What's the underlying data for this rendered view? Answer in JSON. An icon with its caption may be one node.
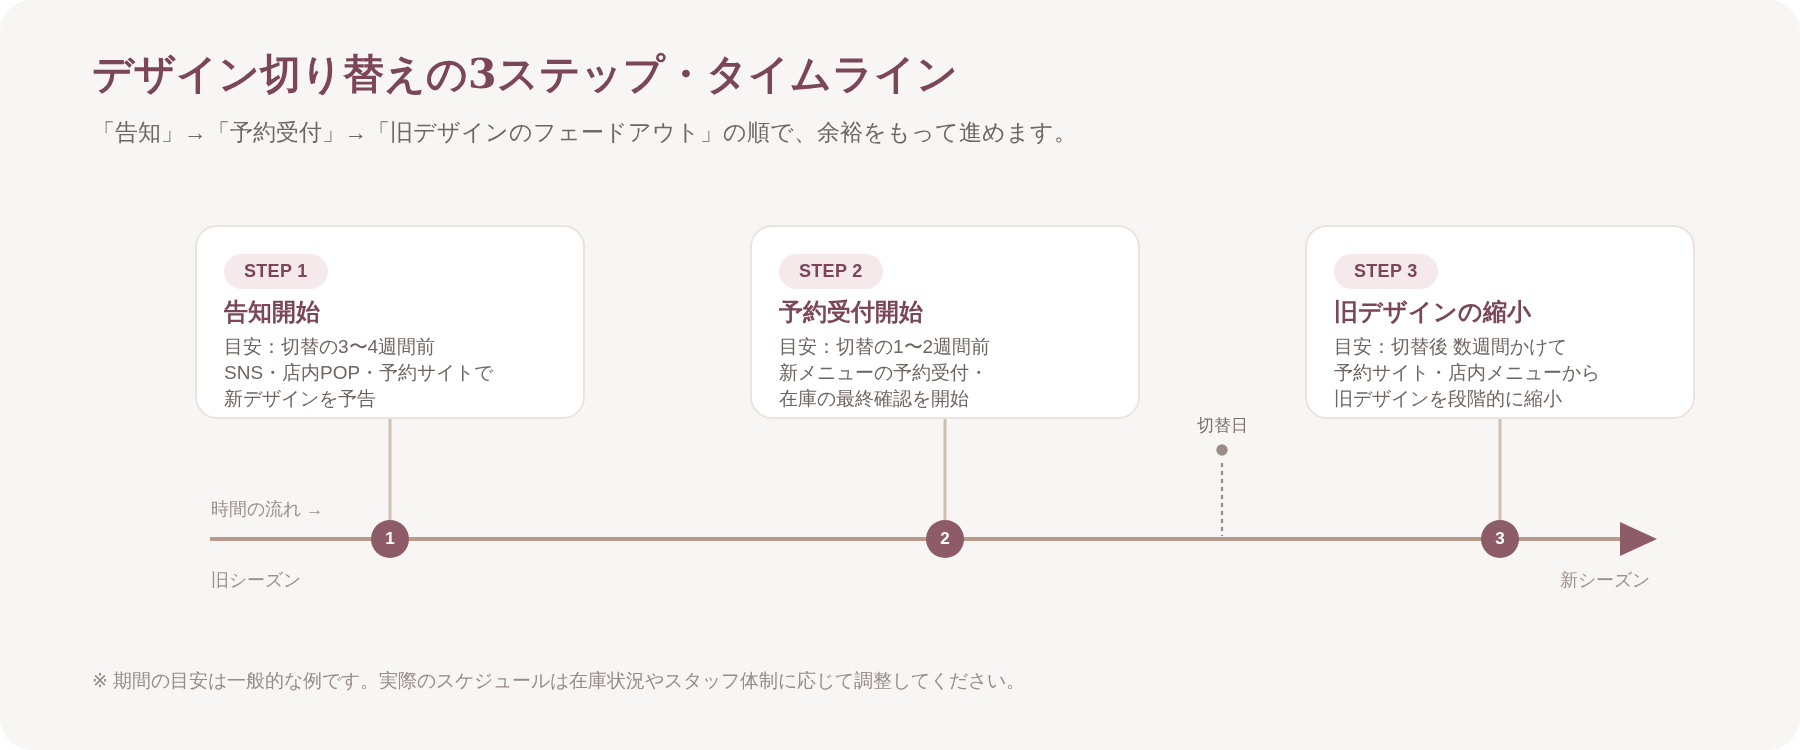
{
  "diagram": {
    "title": "デザイン切り替えの3ステップ・タイムライン",
    "nodes": [
      {
        "text": [
          "告知開始",
          "目安：切替の3〜4週間前",
          "SNS・店内POP・予約サイトで新デザインを予告"
        ]
      },
      {
        "text": [
          "STEP 1"
        ],
        "in": 0
      },
      {
        "text": [
          "予約受付開始",
          "目安：切替の1〜2週間前",
          "新メニューの予約受付・在庫の最終確認を開始"
        ]
      },
      {
        "text": [
          "STEP 2"
        ],
        "in": 2
      },
      {
        "text": [
          "旧デザインの縮小",
          "目安：切替後 数週間かけて",
          "予約サイト・店内メニューから旧デザインを段階的に縮小"
        ]
      },
      {
        "text": [
          "STEP 3"
        ],
        "in": 4
      },
      {
        "text": [
          "1"
        ]
      },
      {
        "text": [
          "2"
        ]
      },
      {
        "text": [
          "3"
        ]
      },
      {
        "text": [
          "切替日"
        ]
      }
    ],
    "edges": [
      {
        "from": 0,
        "to": 6,
        "arrow": "none"
      },
      {
        "from": 2,
        "to": 7,
        "arrow": "none"
      },
      {
        "from": 4,
        "to": 8,
        "arrow": "none"
      },
      {
        "from": 9,
        "to": null,
        "arrow": "other",
        "style": "dashed",
        "color": "#9a8d86"
      }
    ],
    "labels": [
      "「告知」→「予約受付」→「旧デザインのフェードアウト」の順で、余裕をもって進めます。",
      "時間の流れ →",
      "旧シーズン",
      "新シーズン",
      "※ 期間の目安は一般的な例です。実際のスケジュールは在庫状況やスタッフ体制に応じて調整してください。"
    ]
  }
}
